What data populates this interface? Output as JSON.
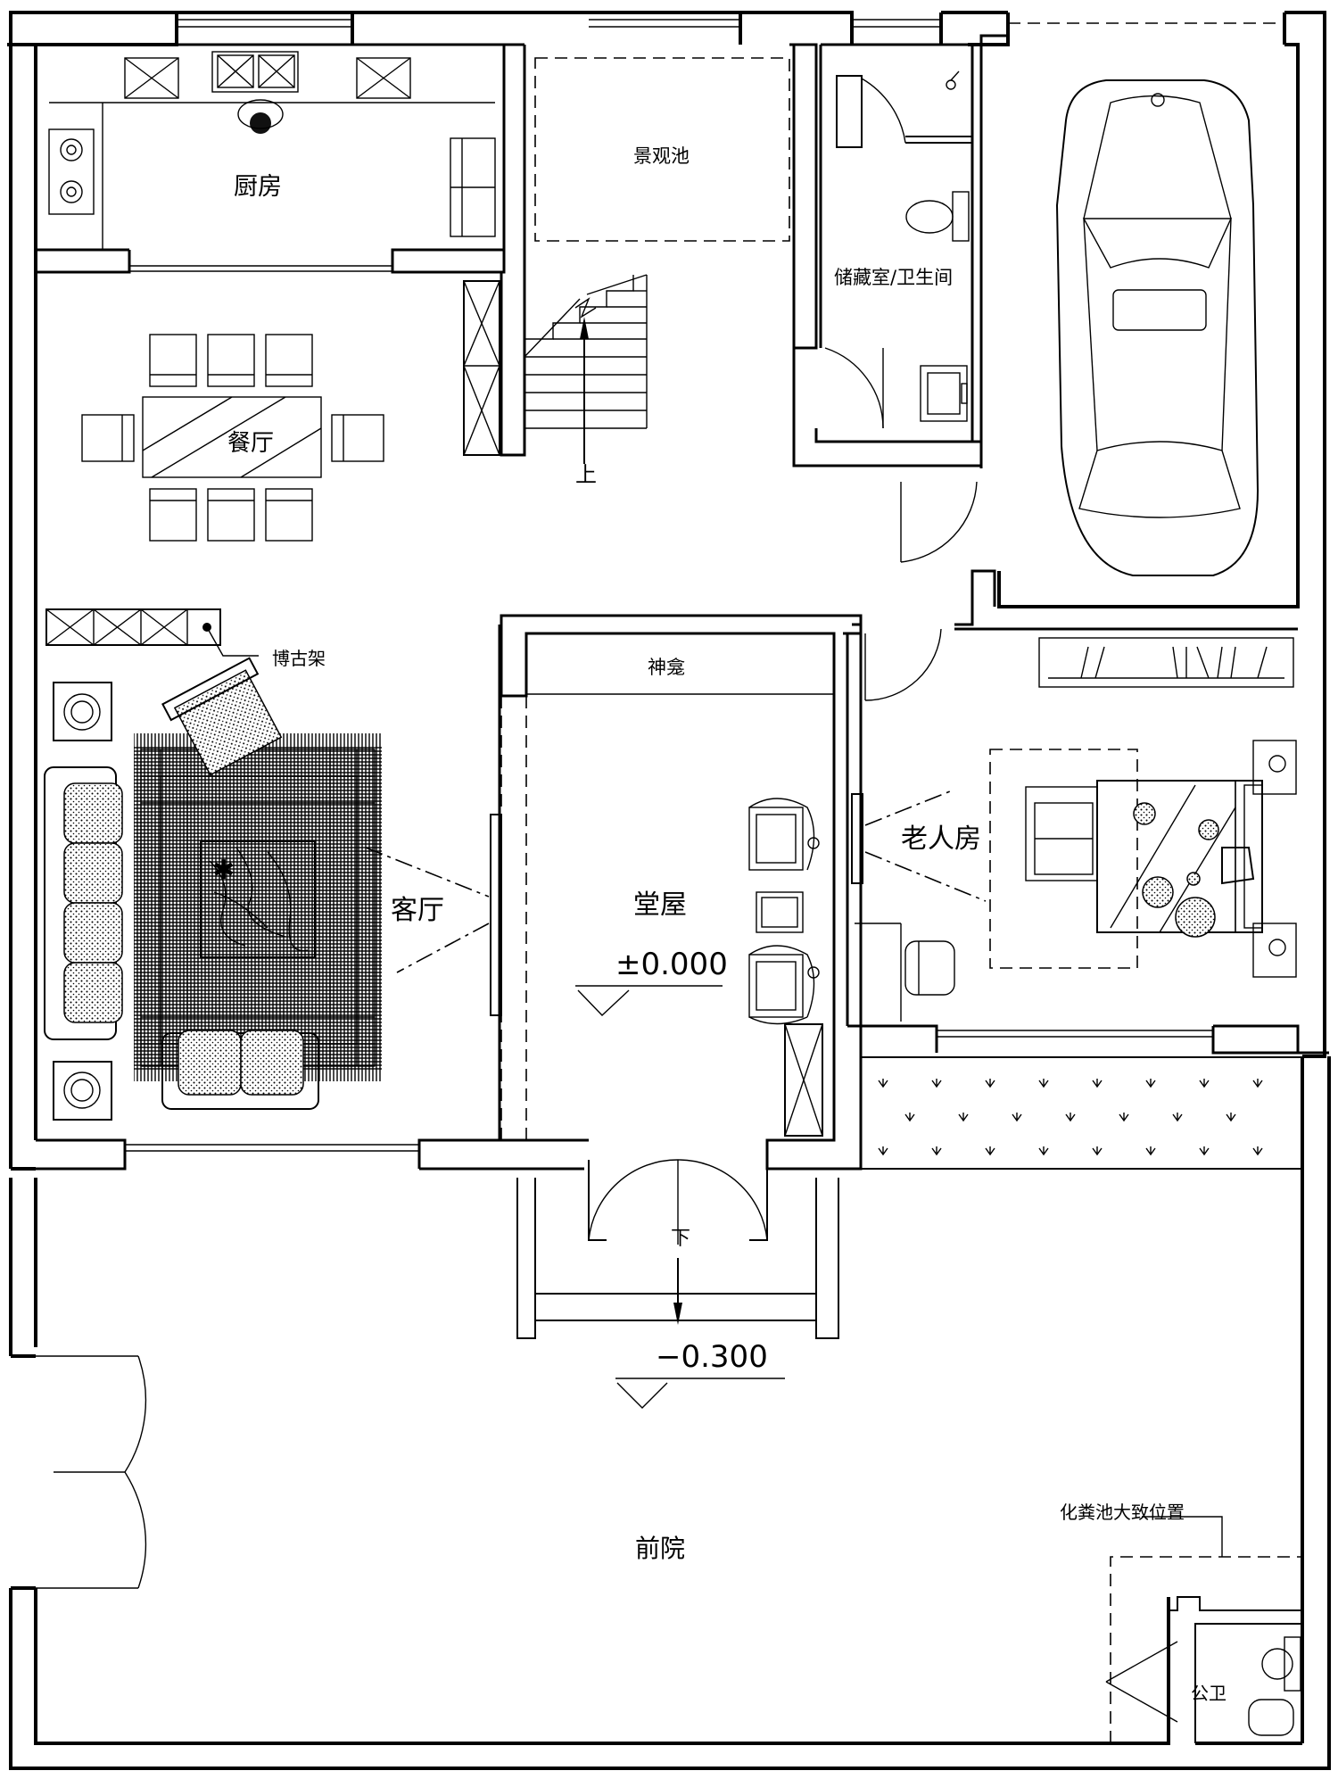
{
  "rooms": {
    "kitchen": "厨房",
    "pond": "景观池",
    "storage_bath": "储藏室/卫生间",
    "dining": "餐厅",
    "up": "上",
    "shelf": "博古架",
    "shrine": "神龛",
    "living": "客厅",
    "hall": "堂屋",
    "elder_room": "老人房",
    "front_yard": "前院",
    "down": "下",
    "septic": "化粪池大致位置",
    "public_wc": "公卫"
  },
  "levels": {
    "indoor": "±0.000",
    "outdoor": "−0.300"
  },
  "icons": [
    "car-icon",
    "sofa-icon",
    "bed-icon",
    "toilet-icon",
    "stove-icon",
    "sink-icon",
    "door-swing-icon",
    "stair-arrow-icon",
    "level-marker-icon",
    "plant-icon"
  ]
}
